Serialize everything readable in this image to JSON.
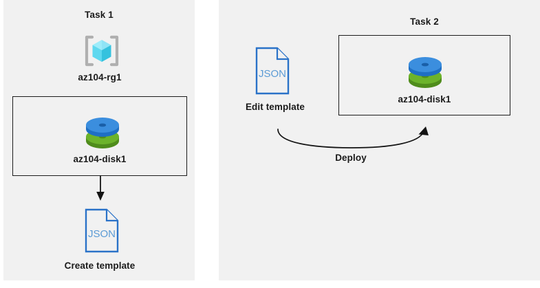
{
  "diagram": {
    "type": "azure-task-diagram",
    "panels": [
      {
        "id": "task1",
        "title": "Task 1",
        "nodes": [
          {
            "name": "az104-rg1",
            "icon": "resource-group-icon"
          },
          {
            "name": "az104-disk1",
            "icon": "managed-disk-icon",
            "boxed": true
          },
          {
            "name": "Create template",
            "icon": "json-file-icon",
            "file_label": "JSON"
          }
        ],
        "connectors": [
          {
            "name": "down-arrow",
            "label": ""
          }
        ]
      },
      {
        "id": "task2",
        "title": "Task 2",
        "nodes": [
          {
            "name": "Edit template",
            "icon": "json-file-icon",
            "file_label": "JSON"
          },
          {
            "name": "az104-disk1",
            "icon": "managed-disk-icon",
            "boxed": true
          }
        ],
        "connectors": [
          {
            "name": "deploy-arrow",
            "label": "Deploy"
          }
        ]
      }
    ]
  },
  "labels": {
    "task1_title": "Task 1",
    "task2_title": "Task 2",
    "rg_name": "az104-rg1",
    "disk_name_task1": "az104-disk1",
    "disk_name_task2": "az104-disk1",
    "create_template": "Create template",
    "edit_template": "Edit template",
    "deploy": "Deploy",
    "json_text_1": "JSON",
    "json_text_2": "JSON"
  },
  "colors": {
    "panel_background": "#f1f1f1",
    "page_background": "#ffffff",
    "box_border": "#1c1c1c",
    "text": "#1a1a1a",
    "json_border": "#2a72c8",
    "json_text": "#5b9bd5",
    "disk_blue": "#3b8ede",
    "disk_blue_dark": "#1f6fc4",
    "disk_green": "#6cb32b",
    "disk_green_dark": "#57941f",
    "rg_cube_light": "#8fe8f7",
    "rg_cube_mid": "#4fd8ef",
    "rg_cube_dark": "#32c2dd",
    "rg_bracket": "#b0b0b0",
    "arrow": "#141414"
  }
}
